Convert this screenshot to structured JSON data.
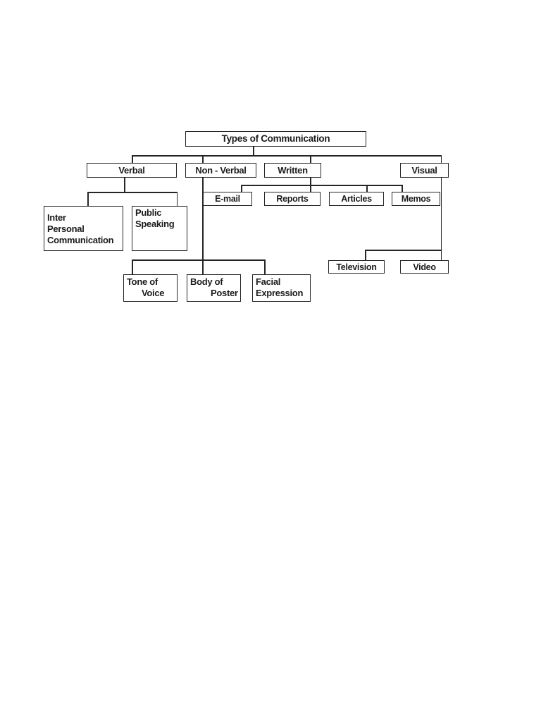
{
  "diagram": {
    "root": {
      "label": "Types of Communication"
    },
    "level1": [
      {
        "label": "Verbal"
      },
      {
        "label": "Non - Verbal"
      },
      {
        "label": "Written"
      },
      {
        "label": "Visual"
      }
    ],
    "verbal_children": [
      {
        "lines": [
          "Inter",
          "Personal",
          "Communication"
        ]
      },
      {
        "lines": [
          "Public",
          "Speaking"
        ]
      }
    ],
    "nonverbal_children": [
      {
        "lines": [
          "Tone of",
          "Voice"
        ]
      },
      {
        "lines": [
          "Body of",
          "Poster"
        ]
      },
      {
        "lines": [
          "Facial",
          "Expression"
        ]
      }
    ],
    "written_children": [
      {
        "label": "E-mail"
      },
      {
        "label": "Reports"
      },
      {
        "label": "Articles"
      },
      {
        "label": "Memos"
      }
    ],
    "visual_children": [
      {
        "label": "Television"
      },
      {
        "label": "Video"
      }
    ],
    "colors": {
      "ink": "#262626",
      "text": "#1b1b1b",
      "background": "#ffffff"
    }
  }
}
